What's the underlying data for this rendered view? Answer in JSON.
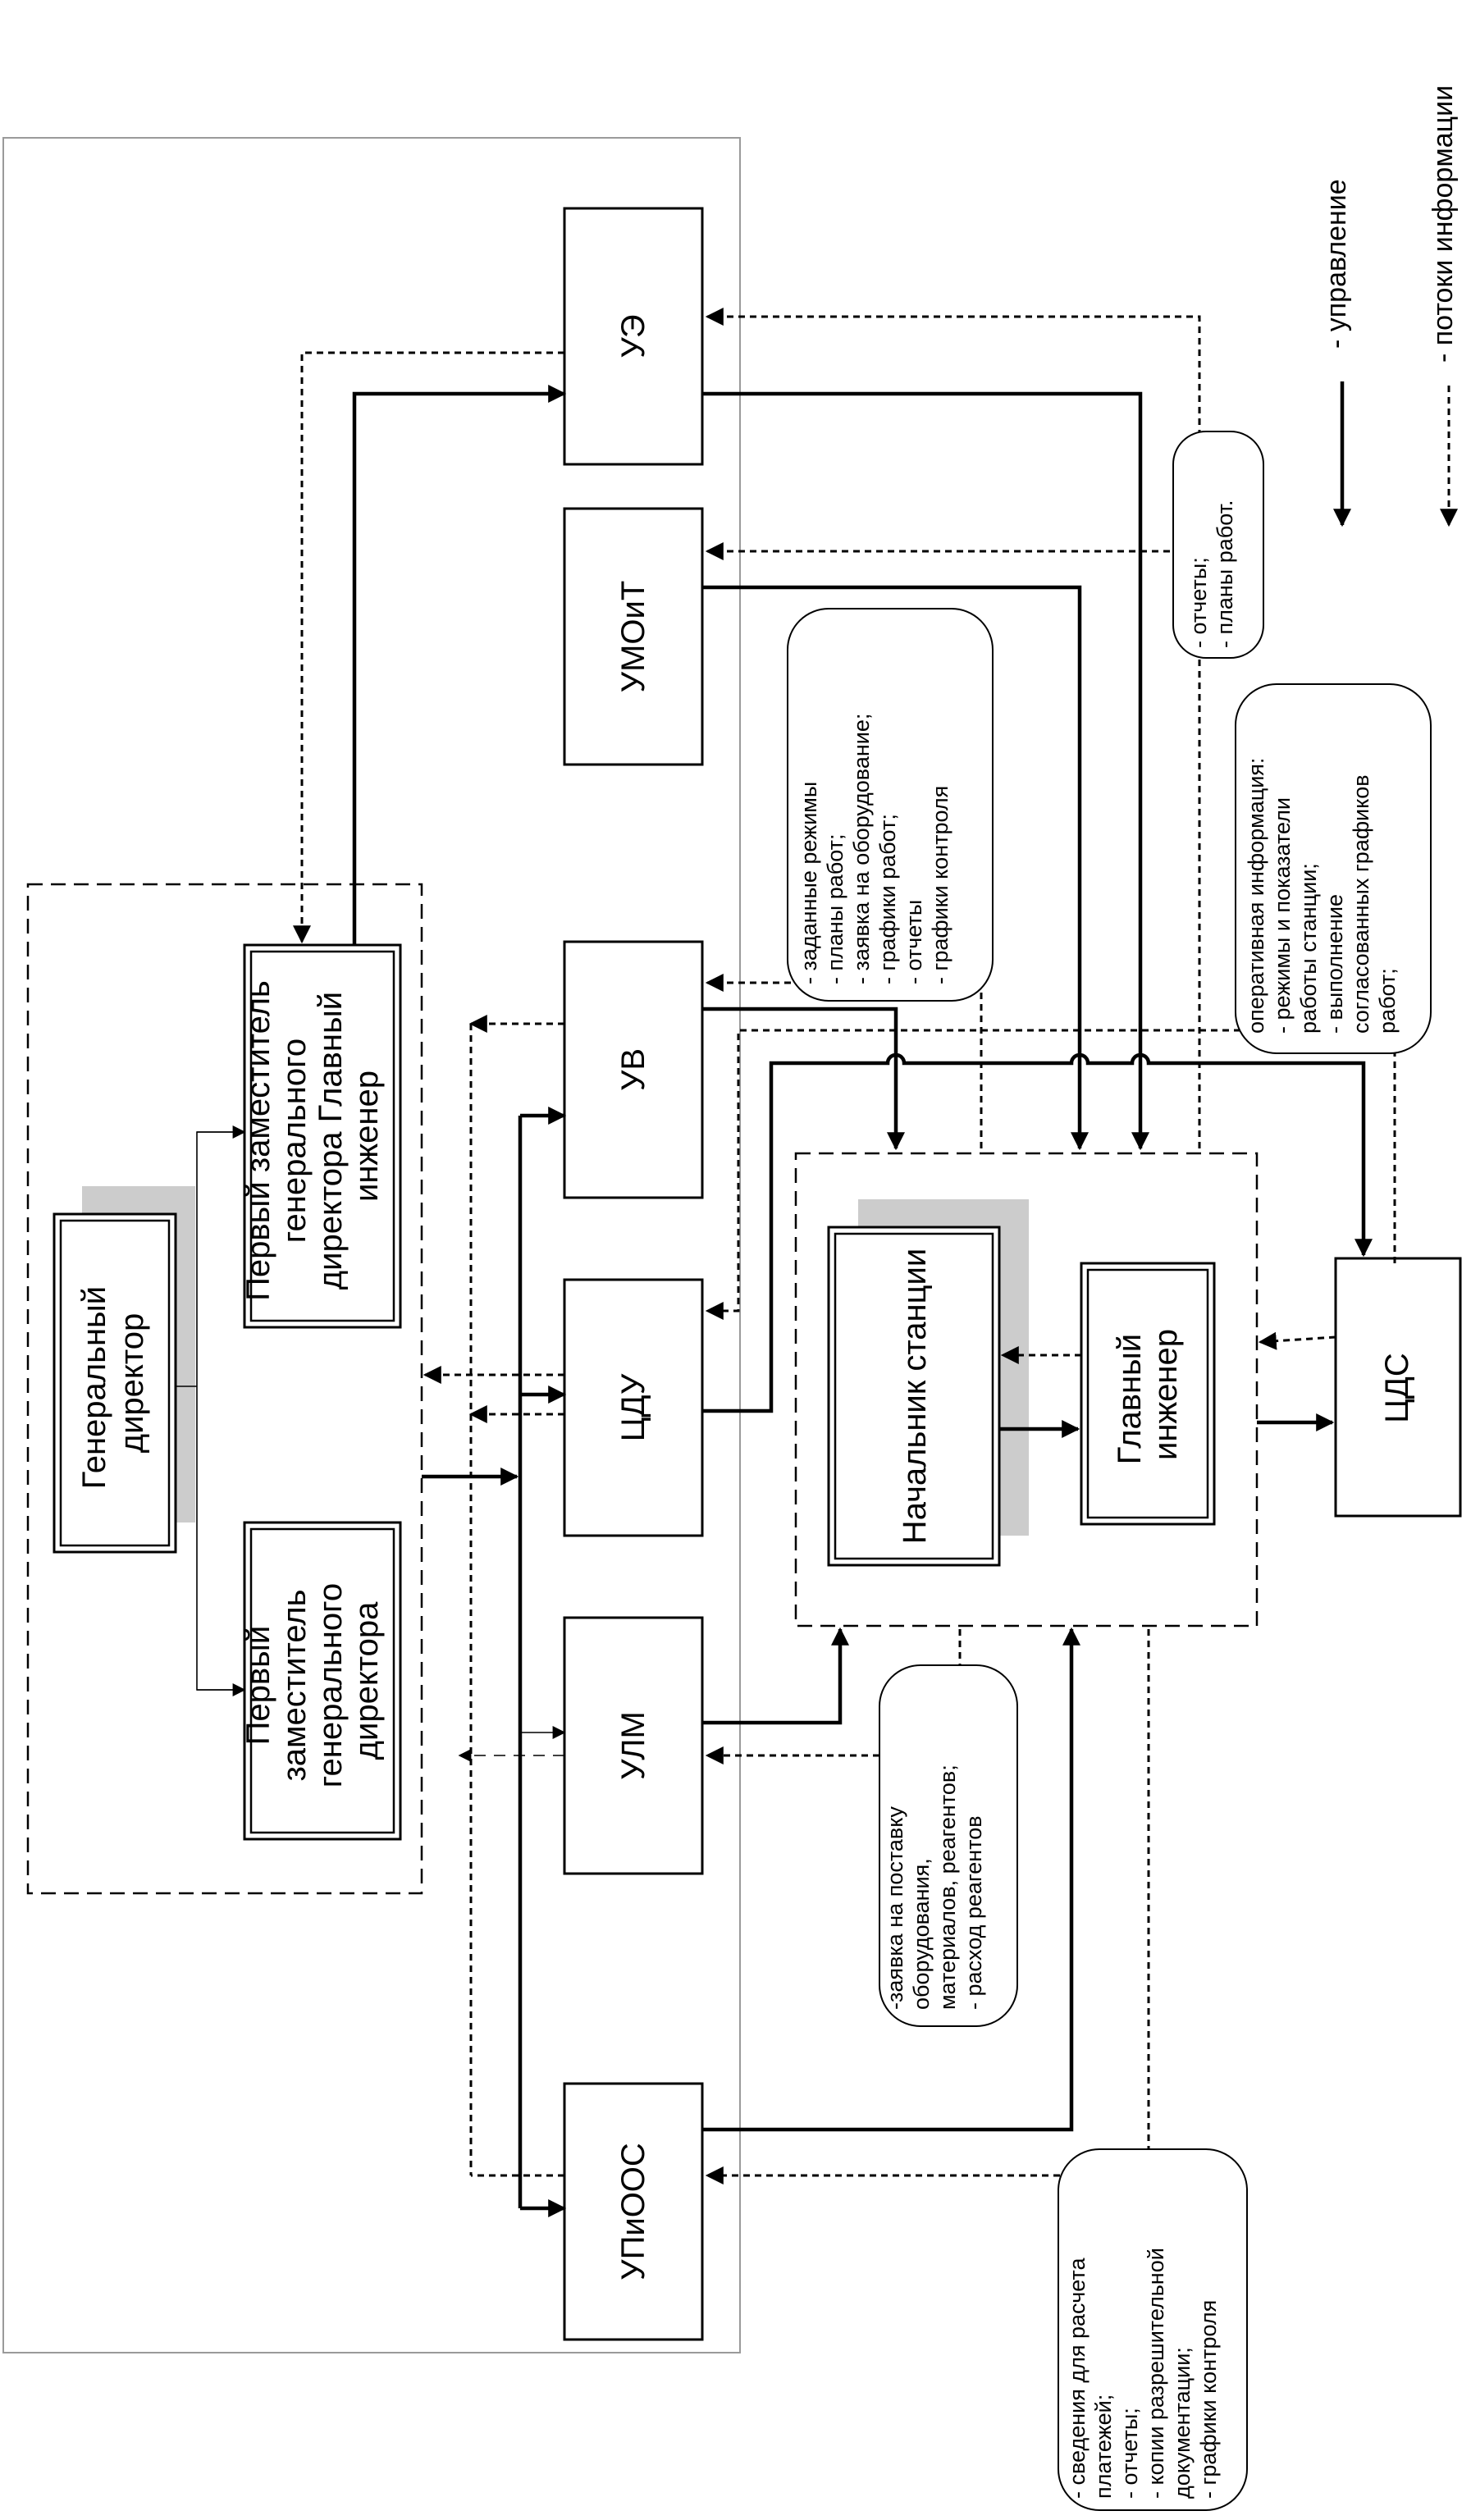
{
  "legend": {
    "control": "- управление",
    "info": "- потоки информации"
  },
  "nodes": {
    "gen_director": [
      "Генеральный",
      "директор"
    ],
    "first_deputy_1": [
      "Первый",
      "заместитель",
      "генерального",
      "директора"
    ],
    "first_deputy_2": [
      "Первый заместитель",
      "генерального",
      "директора Главный",
      "инженер"
    ],
    "ue": "УЭ",
    "umoit": "УМОиТ",
    "uv": "УВ",
    "cdu": "ЦДУ",
    "ulm": "УЛМ",
    "upioos": "УПиООС",
    "station_head": "Начальник станции",
    "chief_engineer": [
      "Главный",
      "инженер"
    ],
    "cds": "ЦДС"
  },
  "notes": {
    "reports_plans": [
      "- отчеты;",
      "- планы работ."
    ],
    "regimes": [
      "- заданные режимы",
      "- планы работ;",
      "- заявка на оборудование;",
      "- графики работ;",
      "- отчеты",
      "- графики контроля"
    ],
    "operative": [
      "оперативная информация:",
      "- режимы и показатели",
      "  работы станции;",
      "- выполнение",
      "  согласованных графиков",
      "  работ;"
    ],
    "supply": [
      "-заявка на поставку",
      "  оборудования,",
      "  материалов, реагентов;",
      "- расход реагентов"
    ],
    "payments": [
      "- сведения для расчета",
      "  платежей;",
      "- отчеты;",
      "- копии разрешительной",
      "  документации;",
      "- графики контроля"
    ]
  },
  "colors": {
    "line": "#000000",
    "shadow": "#cccccc",
    "outer_frame": "#9a9a9a"
  }
}
